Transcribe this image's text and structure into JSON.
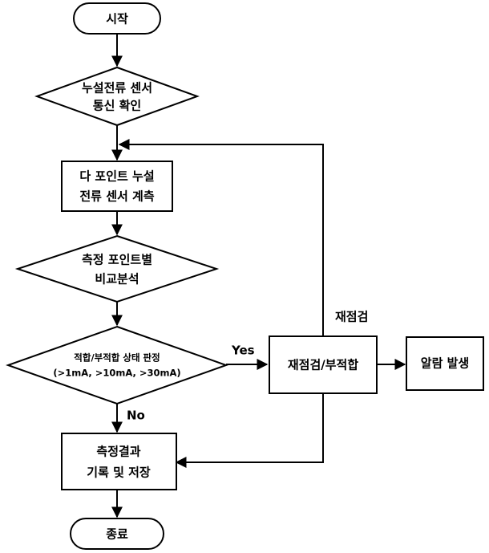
{
  "flowchart": {
    "start": "시작",
    "check_comm": [
      "누설전류 센서",
      "통신 확인"
    ],
    "measure": [
      "다 포인트 누설",
      "전류 센서 계측"
    ],
    "compare": [
      "측정 포인트별",
      "비교분석"
    ],
    "judge": [
      "적합/부적합 상태 판정",
      "(>1mA, >10mA, >30mA)"
    ],
    "recheck": "재점검/부적합",
    "alarm": "알람 발생",
    "record": [
      "측정결과",
      "기록 및 저장"
    ],
    "end": "종료",
    "edge_labels": {
      "yes": "Yes",
      "no": "No",
      "recheck_loop": "재점검"
    }
  }
}
